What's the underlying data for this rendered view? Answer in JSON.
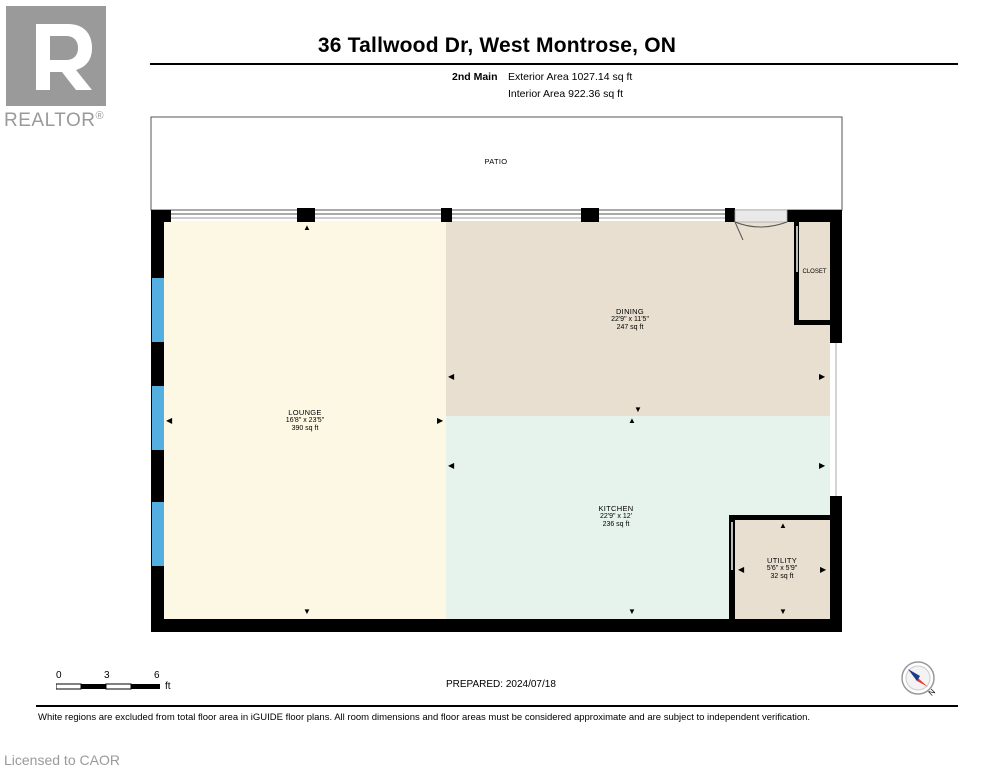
{
  "header": {
    "title": "36 Tallwood Dr, West Montrose, ON",
    "floor_name": "2nd Main",
    "exterior_area": "Exterior Area 1027.14 sq ft",
    "interior_area": "Interior Area 922.36 sq ft"
  },
  "logo": {
    "word": "REALTOR",
    "registered": "®"
  },
  "rooms": {
    "patio": {
      "name": "PATIO"
    },
    "lounge": {
      "name": "LOUNGE",
      "dims": "16'8\" x 23'5\"",
      "area": "390 sq ft"
    },
    "dining": {
      "name": "DINING",
      "dims": "22'9\" x 11'5\"",
      "area": "247 sq ft"
    },
    "kitchen": {
      "name": "KITCHEN",
      "dims": "22'9\" x 12'",
      "area": "236 sq ft"
    },
    "utility": {
      "name": "UTILITY",
      "dims": "5'6\" x 5'9\"",
      "area": "32 sq ft"
    },
    "closet": {
      "name": "CLOSET"
    }
  },
  "scale": {
    "tick_0": "0",
    "tick_3": "3",
    "tick_6": "6",
    "unit": "ft"
  },
  "prepared": "PREPARED: 2024/07/18",
  "compass": {
    "label": "N"
  },
  "footer": {
    "disclaimer": "White regions are excluded from total floor area in iGUIDE floor plans. All room dimensions and floor areas must be considered approximate and are subject to independent verification.",
    "licensed": "Licensed to CAOR"
  },
  "colors": {
    "lounge": "#fdf8e4",
    "dining": "#e8dfd0",
    "kitchen": "#e6f3ec",
    "utility": "#e8dfd0",
    "closet": "#e8dfd0",
    "window_blue": "#55aee0",
    "logo_gray": "#9a9a9a"
  }
}
